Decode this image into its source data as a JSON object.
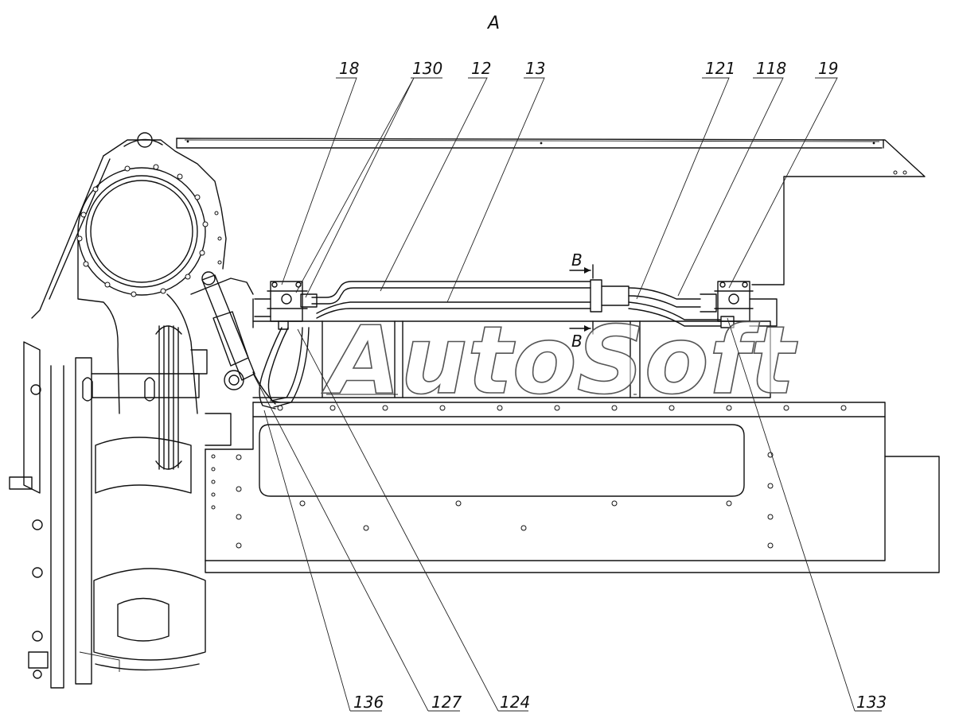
{
  "view_label": "A",
  "watermark": "AutoSoft",
  "section_labels": [
    "B",
    "B"
  ],
  "callouts": [
    "18",
    "130",
    "12",
    "13",
    "121",
    "118",
    "19",
    "136",
    "127",
    "124",
    "133"
  ],
  "colors": {
    "line": "#111111",
    "background": "#ffffff",
    "watermark_outline": "#555555"
  }
}
